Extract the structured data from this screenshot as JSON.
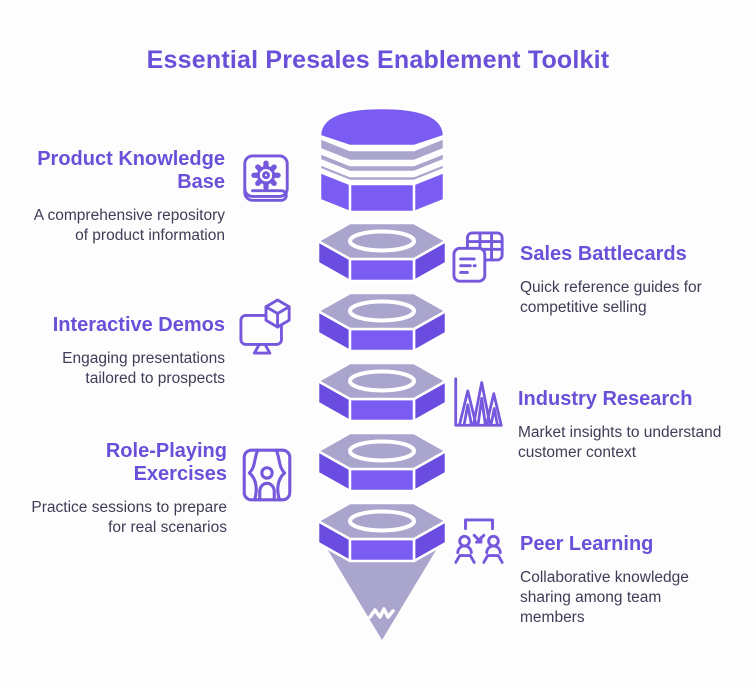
{
  "title": "Essential Presales Enablement Toolkit",
  "colors": {
    "accent_purple": "#6a4fd8",
    "pencil_front": "#7b5cf2",
    "pencil_side": "#6b4ce0",
    "pencil_gray": "#a9a5cd",
    "body_text": "#3f3d56",
    "icon_stroke": "#7558dc",
    "background": "#fdfdfe"
  },
  "center_graphic": {
    "name": "pencil-stack",
    "segment_count": 6
  },
  "items_left": [
    {
      "heading": "Product Knowledge Base",
      "description": "A comprehensive repository of product information",
      "icon": "book-gear-icon"
    },
    {
      "heading": "Interactive Demos",
      "description": "Engaging presentations tailored to prospects",
      "icon": "monitor-cube-icon"
    },
    {
      "heading": "Role-Playing Exercises",
      "description": "Practice sessions to prepare for real scenarios",
      "icon": "theater-person-icon"
    }
  ],
  "items_right": [
    {
      "heading": "Sales Battlecards",
      "description": "Quick reference guides for competitive selling",
      "icon": "battlecards-icon"
    },
    {
      "heading": "Industry Research",
      "description": "Market insights to understand customer context",
      "icon": "peaks-chart-icon"
    },
    {
      "heading": "Peer Learning",
      "description": "Collaborative knowledge sharing among team members",
      "icon": "peer-group-icon"
    }
  ]
}
